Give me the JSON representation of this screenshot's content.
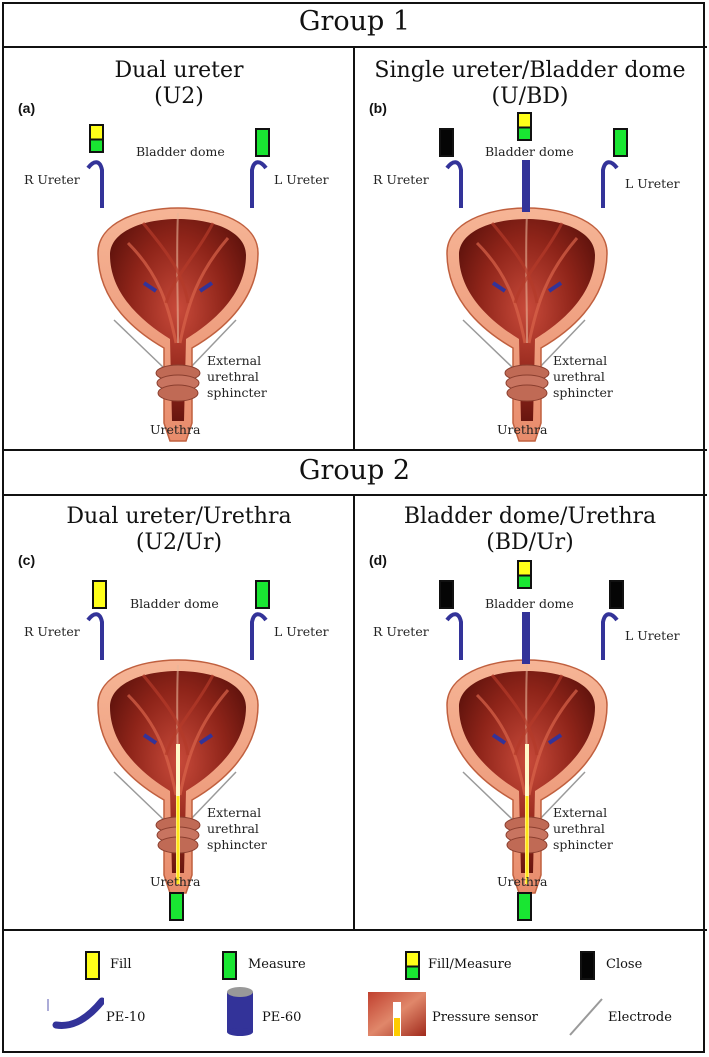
{
  "groups": {
    "group1_title": "Group 1",
    "group2_title": "Group 2"
  },
  "panels": [
    {
      "label": "(a)",
      "title_line1": "Dual ureter",
      "title_line2": "(U2)"
    },
    {
      "label": "(b)",
      "title_line1": "Single ureter/Bladder dome",
      "title_line2": "(U/BD)"
    },
    {
      "label": "(c)",
      "title_line1": "Dual ureter/Urethra",
      "title_line2": "(U2/Ur)"
    },
    {
      "label": "(d)",
      "title_line1": "Bladder dome/Urethra",
      "title_line2": "(BD/Ur)"
    }
  ],
  "anatomy": {
    "bladder_dome": "Bladder dome",
    "r_ureter": "R Ureter",
    "l_ureter": "L Ureter",
    "sphincter_1": "External",
    "sphincter_2": "urethral",
    "sphincter_3": "sphincter",
    "urethra": "Urethra"
  },
  "legend": {
    "fill": "Fill",
    "measure": "Measure",
    "fill_measure": "Fill/Measure",
    "close": "Close",
    "pe10": "PE-10",
    "pe60": "PE-60",
    "pressure_sensor": "Pressure sensor",
    "electrode": "Electrode"
  },
  "colors": {
    "fill": "#ffff19",
    "measure": "#19e632",
    "close": "#050505",
    "tube": "#333399",
    "tissue": "#f0a080"
  }
}
